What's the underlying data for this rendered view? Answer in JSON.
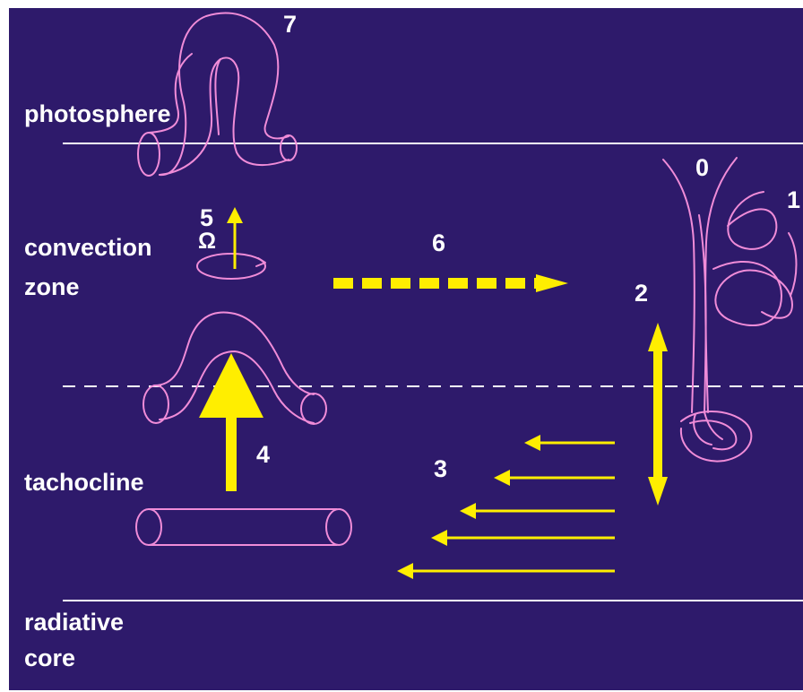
{
  "colors": {
    "background": "#2e1a6b",
    "border": "#ffffff",
    "boundary_line": "#ffffff",
    "flux_tube": "#f08cd8",
    "arrow": "#ffee00",
    "text": "#ffffff"
  },
  "regions": {
    "photosphere": "photosphere",
    "convection_zone_line1": "convection",
    "convection_zone_line2": "zone",
    "tachocline": "tachocline",
    "radiative_core_line1": "radiative",
    "radiative_core_line2": "core"
  },
  "steps": {
    "n0": "0",
    "n1": "1",
    "n2": "2",
    "n3": "3",
    "n4": "4",
    "n5": "5",
    "n6": "6",
    "n7": "7"
  },
  "symbols": {
    "omega": "Ω"
  },
  "icons": {
    "rising_loop": "flux-tube-loop-icon",
    "emerging_loop": "emerging-flux-loop-icon",
    "horizontal_tube": "toroidal-flux-tube-icon",
    "tangled_field": "tangled-field-icon",
    "rotation": "rotation-icon"
  }
}
